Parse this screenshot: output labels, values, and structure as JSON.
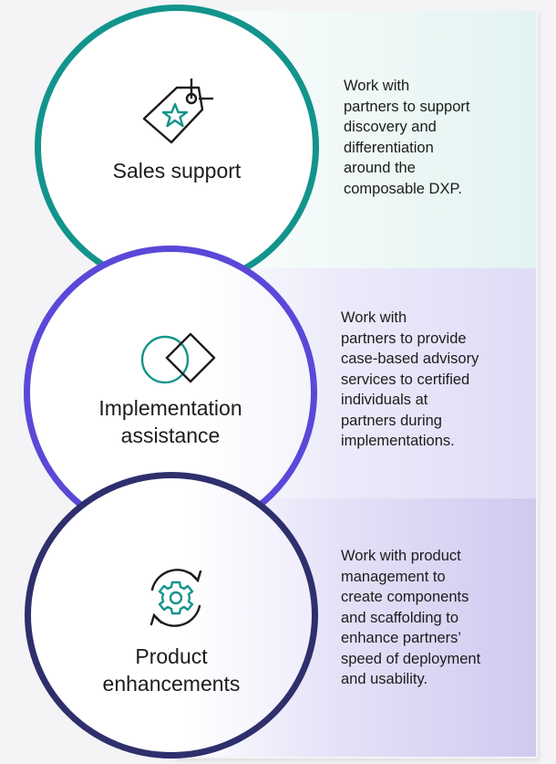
{
  "items": [
    {
      "title": "Sales support",
      "icon": "price-tag-star-icon",
      "description": "Work with\npartners to support\ndiscovery and\ndifferentiation\naround the\ncomposable DXP.",
      "accent": "#12948c"
    },
    {
      "title": "Implementation\nassistance",
      "icon": "circle-diamond-overlap-icon",
      "description": "Work with\npartners to provide\ncase-based advisory\nservices to certified\nindividuals at\npartners during\nimplementations.",
      "accent": "#5a48d8"
    },
    {
      "title": "Product\nenhancements",
      "icon": "gear-refresh-icon",
      "description": "Work with product\nmanagement to\ncreate components\nand scaffolding to\nenhance partners’\nspeed of deployment\nand usability.",
      "accent": "#2e2f6c"
    }
  ]
}
